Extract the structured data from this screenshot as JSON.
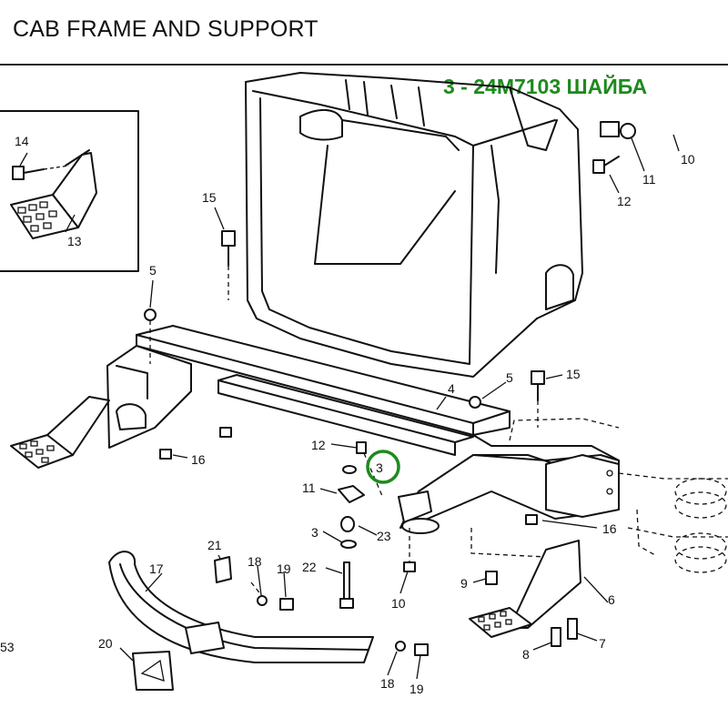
{
  "title": "CAB FRAME AND SUPPORT",
  "highlight": "3 - 24M7103 ШАЙБА",
  "highlight_color": "#1e8a1e",
  "highlight_circle_label": "3",
  "callouts": {
    "c14": "14",
    "c13": "13",
    "c15a": "15",
    "c5a": "5",
    "c10a": "10",
    "c11a": "11",
    "c12a": "12",
    "c5b": "5",
    "c15b": "15",
    "c4": "4",
    "c12b": "12",
    "c16a": "16",
    "c11b": "11",
    "c3b": "3",
    "c23": "23",
    "c16b": "16",
    "c21": "21",
    "c17": "17",
    "c18a": "18",
    "c19a": "19",
    "c22": "22",
    "c10b": "10",
    "c9": "9",
    "c6": "6",
    "c53": "53",
    "c20": "20",
    "c8": "8",
    "c7": "7",
    "c18b": "18",
    "c19b": "19"
  }
}
